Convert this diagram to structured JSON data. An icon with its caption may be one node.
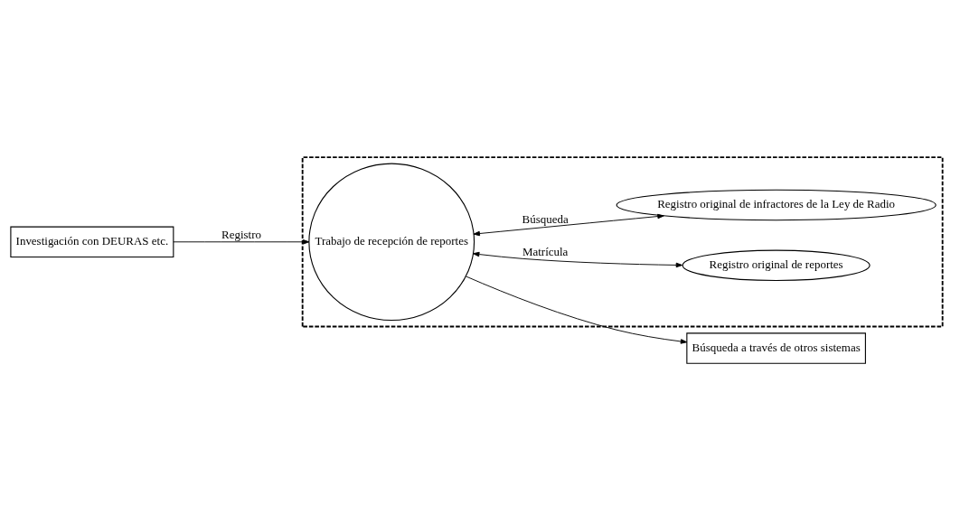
{
  "diagram": {
    "nodes": [
      {
        "text": [],
        "shape": "box"
      },
      {
        "text": [
          "Trabajo de recepción de reportes"
        ],
        "in": 0
      },
      {
        "text": [
          "Búsqueda a través de otros sistemas"
        ]
      },
      {
        "text": [
          "Investigación con DEURAS etc."
        ]
      },
      {
        "text": [
          "Registro original de reportes"
        ],
        "in": 0
      },
      {
        "text": [
          "Registro original de infractores de la Ley de Radio"
        ],
        "in": 0
      }
    ],
    "edges": [
      {
        "from": 1,
        "to": 2,
        "arrow": "to"
      },
      {
        "from": 3,
        "to": 1,
        "arrow": "to",
        "label": "Registro"
      },
      {
        "from": 1,
        "to": 4,
        "arrow": "both",
        "label": "Matrícula"
      },
      {
        "from": 1,
        "to": 5,
        "arrow": "both",
        "label": "Búsqueda"
      }
    ]
  }
}
